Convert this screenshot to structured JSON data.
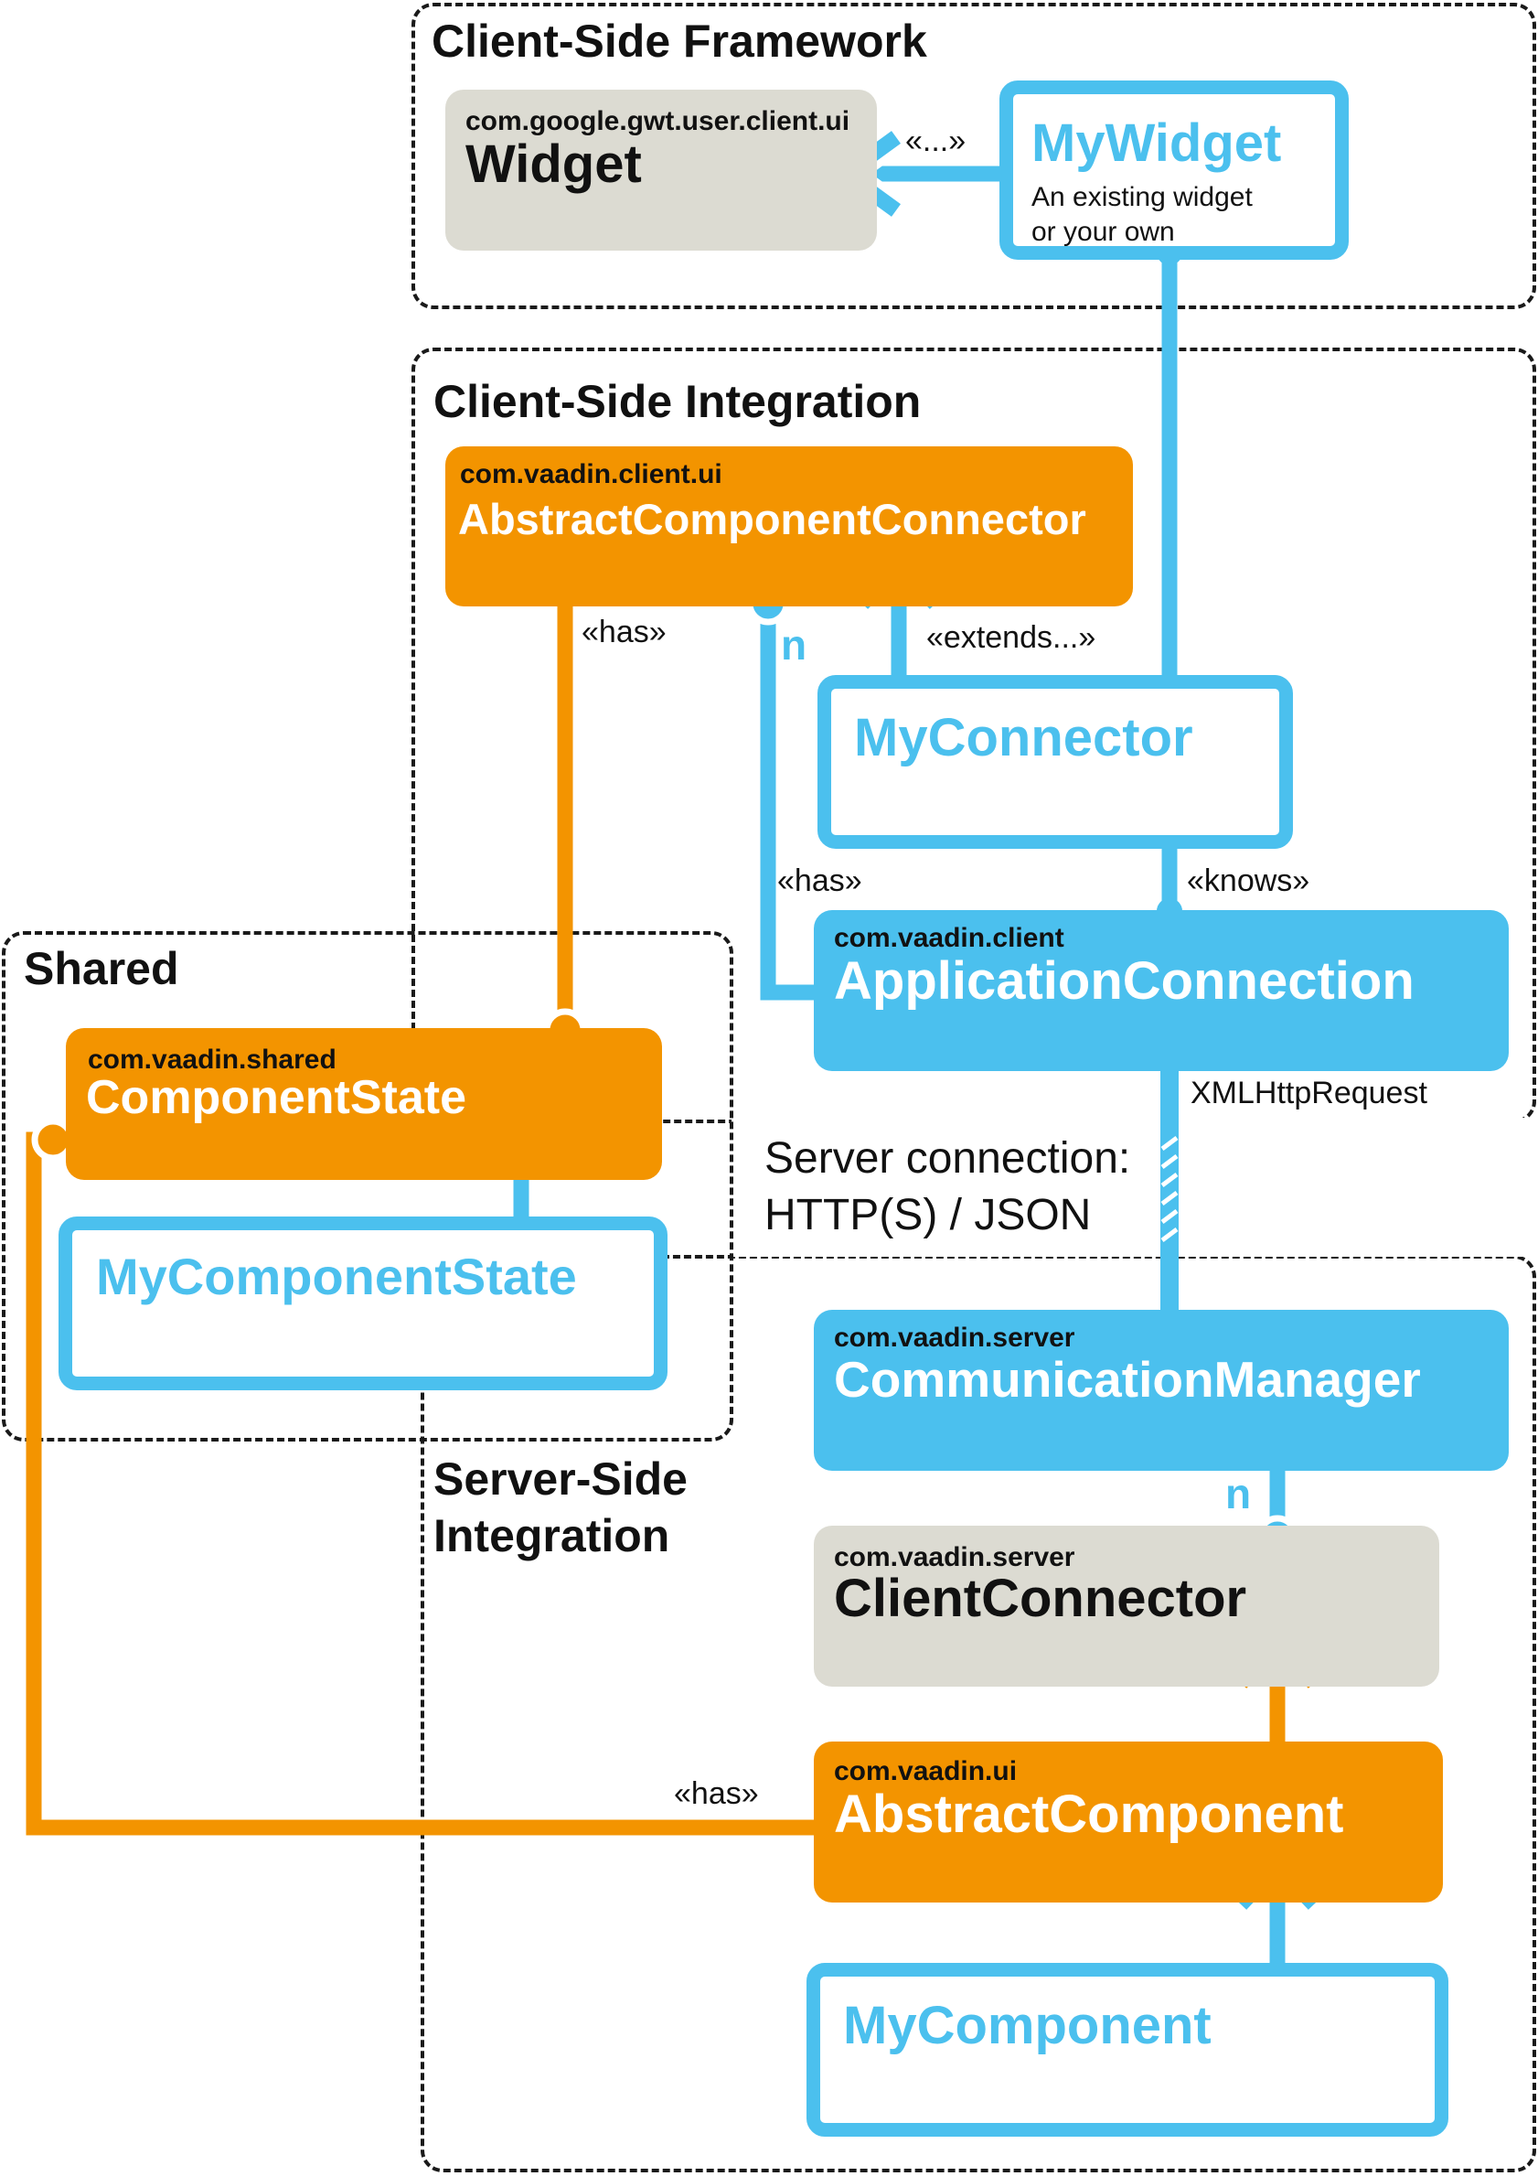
{
  "regions": {
    "client_framework": "Client-Side Framework",
    "client_integration": "Client-Side Integration",
    "shared": "Shared",
    "server_integration_1": "Server-Side",
    "server_integration_2": "Integration"
  },
  "classes": {
    "widget": {
      "package": "com.google.gwt.user.client.ui",
      "name": "Widget"
    },
    "mywidget": {
      "name": "MyWidget",
      "note_1": "An existing widget",
      "note_2": "or your own"
    },
    "abstract_component_connector": {
      "package": "com.vaadin.client.ui",
      "name": "AbstractComponentConnector"
    },
    "myconnector": {
      "name": "MyConnector"
    },
    "application_connection": {
      "package": "com.vaadin.client",
      "name": "ApplicationConnection"
    },
    "component_state": {
      "package": "com.vaadin.shared",
      "name": "ComponentState"
    },
    "mycomponentstate": {
      "name": "MyComponentState"
    },
    "communication_manager": {
      "package": "com.vaadin.server",
      "name": "CommunicationManager"
    },
    "client_connector": {
      "package": "com.vaadin.server",
      "name": "ClientConnector"
    },
    "abstract_component": {
      "package": "com.vaadin.ui",
      "name": "AbstractComponent"
    },
    "mycomponent": {
      "name": "MyComponent"
    }
  },
  "labels": {
    "ellipsis": "«...»",
    "has_1": "«has»",
    "extends": "«extends...»",
    "n_1": "n",
    "has_2": "«has»",
    "knows": "«knows»",
    "xmlhttprequest": "XMLHttpRequest",
    "server_connection_1": "Server connection:",
    "server_connection_2": "HTTP(S) / JSON",
    "n_2": "n",
    "has_3": "«has»"
  },
  "colors": {
    "blue": "#4bc0ee",
    "orange": "#f39400",
    "gray": "#dcdbd2",
    "text_dark": "#111111"
  }
}
